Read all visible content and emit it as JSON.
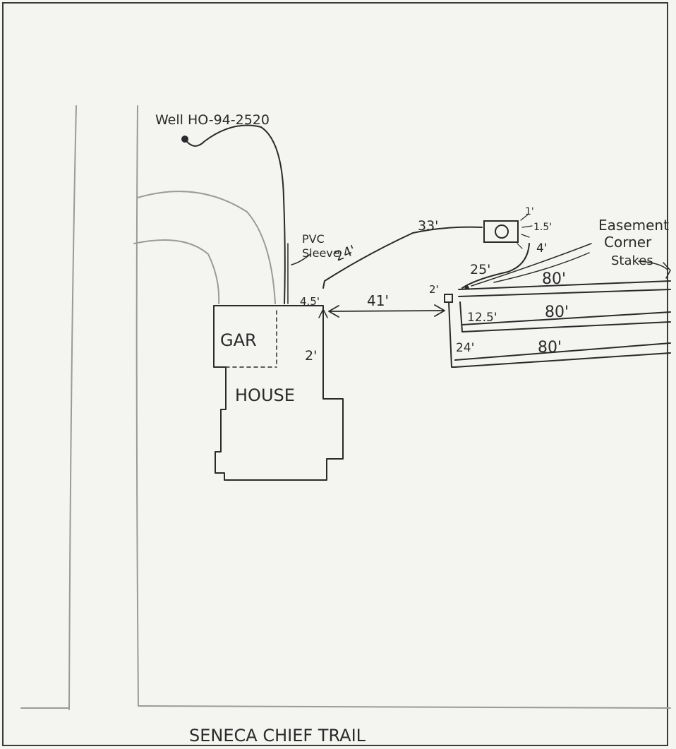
{
  "labels": {
    "well": "Well HO-94-2520",
    "pvc_sleeve_line1": "PVC",
    "pvc_sleeve_line2": "Sleeve",
    "garage": "GAR",
    "house": "HOUSE",
    "road": "SENECA   CHIEF   TRAIL",
    "easement_line1": "Easement",
    "easement_line2": "Corner",
    "easement_line3": "Stakes"
  },
  "dimensions": {
    "house_to_tank": "41'",
    "line_24": "24'",
    "line_33": "33'",
    "tank_offset_1": "1'",
    "tank_offset_1_5": "1.5'",
    "tank_offset_4": "4'",
    "line_25": "25'",
    "corner_4_5": "4.5'",
    "corner_2_house": "2'",
    "corner_2_field": "2'",
    "spacing_12_5": "12.5'",
    "spacing_24": "24'",
    "trench_1": "80'",
    "trench_2": "80'",
    "trench_3": "80'"
  },
  "colors": {
    "ink": "#2a2a2a",
    "pencil": "#9a9a96",
    "paper": "#f4f4f1"
  }
}
